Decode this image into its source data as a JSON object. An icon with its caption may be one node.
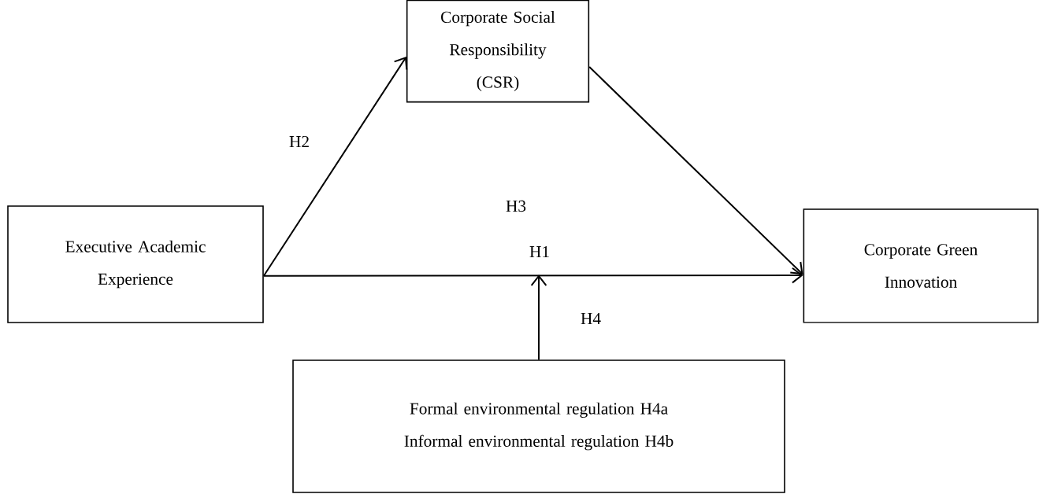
{
  "diagram": {
    "nodes": [
      {
        "text": [
          "Executive Academic Experience"
        ]
      },
      {
        "text": [
          "Corporate Social Responsibility (CSR)"
        ]
      },
      {
        "text": [
          "Corporate Green Innovation"
        ]
      },
      {
        "text": [
          "Formal environmental regulation H4a",
          "Informal environmental regulation H4b"
        ]
      }
    ],
    "edges": [
      {
        "from": 0,
        "to": 1,
        "arrow": "to",
        "label": "H2"
      },
      {
        "from": 0,
        "to": 2,
        "arrow": "to",
        "label": "H1"
      },
      {
        "from": 1,
        "to": 2,
        "arrow": "to"
      },
      {
        "from": 3,
        "to": null,
        "arrow": "to",
        "label": "H4"
      }
    ],
    "labels": [
      "H3"
    ]
  }
}
